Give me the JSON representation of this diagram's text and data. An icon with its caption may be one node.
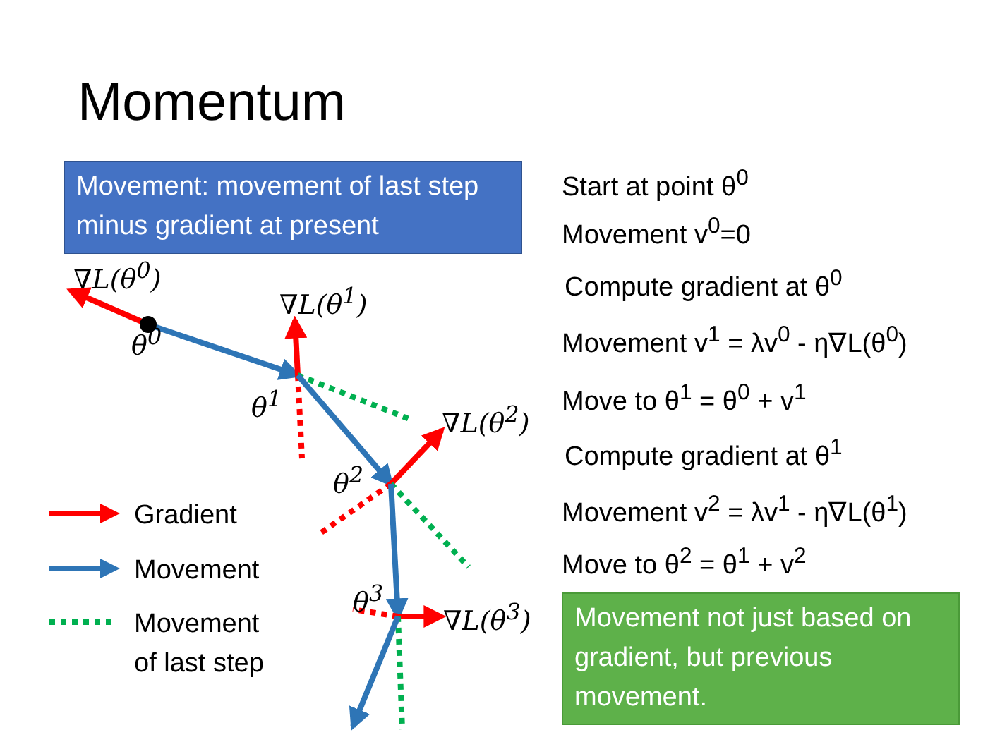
{
  "diagram": {
    "title": "Momentum",
    "nodes": [
      {
        "text": [
          "Movement: movement of last step minus gradient at present"
        ]
      },
      {
        "text": [
          "θ$^{0}$"
        ]
      },
      {
        "text": [
          "θ$^{1}$"
        ]
      },
      {
        "text": [
          "θ$^{2}$"
        ]
      },
      {
        "text": [
          "θ$^{3}$"
        ]
      },
      {
        "text": [
          "Movement not just based on gradient, but previous movement."
        ]
      },
      {
        "text": [
          "∇L(θ$^{0}$)"
        ]
      },
      {
        "text": [
          "∇L(θ$^{1}$)"
        ]
      },
      {
        "text": [
          "∇L(θ$^{2}$)"
        ]
      },
      {
        "text": [
          "∇L(θ$^{3}$)"
        ]
      }
    ],
    "edges": [
      {
        "from": 1,
        "to": 6,
        "arrow": "to",
        "color": "#ff0000"
      },
      {
        "from": 1,
        "to": 2,
        "arrow": "to",
        "color": "#2e75b6"
      },
      {
        "from": 2,
        "to": 7,
        "arrow": "to",
        "color": "#ff0000"
      },
      {
        "from": 2,
        "to": null,
        "arrow": "none",
        "style": "dashed",
        "color": "#ff0000"
      },
      {
        "from": 2,
        "to": null,
        "arrow": "none",
        "style": "dashed",
        "color": "#00b050"
      },
      {
        "from": 2,
        "to": 3,
        "arrow": "to",
        "color": "#2e75b6"
      },
      {
        "from": 3,
        "to": 8,
        "arrow": "to",
        "color": "#ff0000"
      },
      {
        "from": 3,
        "to": null,
        "arrow": "none",
        "style": "dashed",
        "color": "#ff0000"
      },
      {
        "from": 3,
        "to": null,
        "arrow": "none",
        "style": "dashed",
        "color": "#00b050"
      },
      {
        "from": 3,
        "to": 4,
        "arrow": "to",
        "color": "#2e75b6"
      },
      {
        "from": 4,
        "to": 9,
        "arrow": "to",
        "color": "#ff0000"
      },
      {
        "from": 4,
        "to": null,
        "arrow": "none",
        "style": "dashed",
        "color": "#ff0000"
      },
      {
        "from": 4,
        "to": null,
        "arrow": "none",
        "style": "dashed",
        "color": "#00b050"
      },
      {
        "from": 4,
        "to": null,
        "arrow": "to",
        "color": "#2e75b6"
      }
    ],
    "labels": [
      "Start at point θ$^{0}$",
      "Movement v$^{0}$=0",
      "Compute gradient at θ$^{0}$",
      "Movement v$^{1}$ = λv$^{0}$ - η∇L(θ$^{0}$)",
      "Move to θ$^{1}$ = θ$^{0}$ + v$^{1}$",
      "Compute gradient at θ$^{1}$",
      "Movement v$^{2}$ = λv$^{1}$ - η∇L(θ$^{1}$)",
      "Move to θ$^{2}$ = θ$^{1}$ + v$^{2}$"
    ],
    "legend": [
      {
        "text": "Gradient"
      },
      {
        "text": "Movement"
      },
      {
        "text": "Movement of last step"
      }
    ]
  }
}
